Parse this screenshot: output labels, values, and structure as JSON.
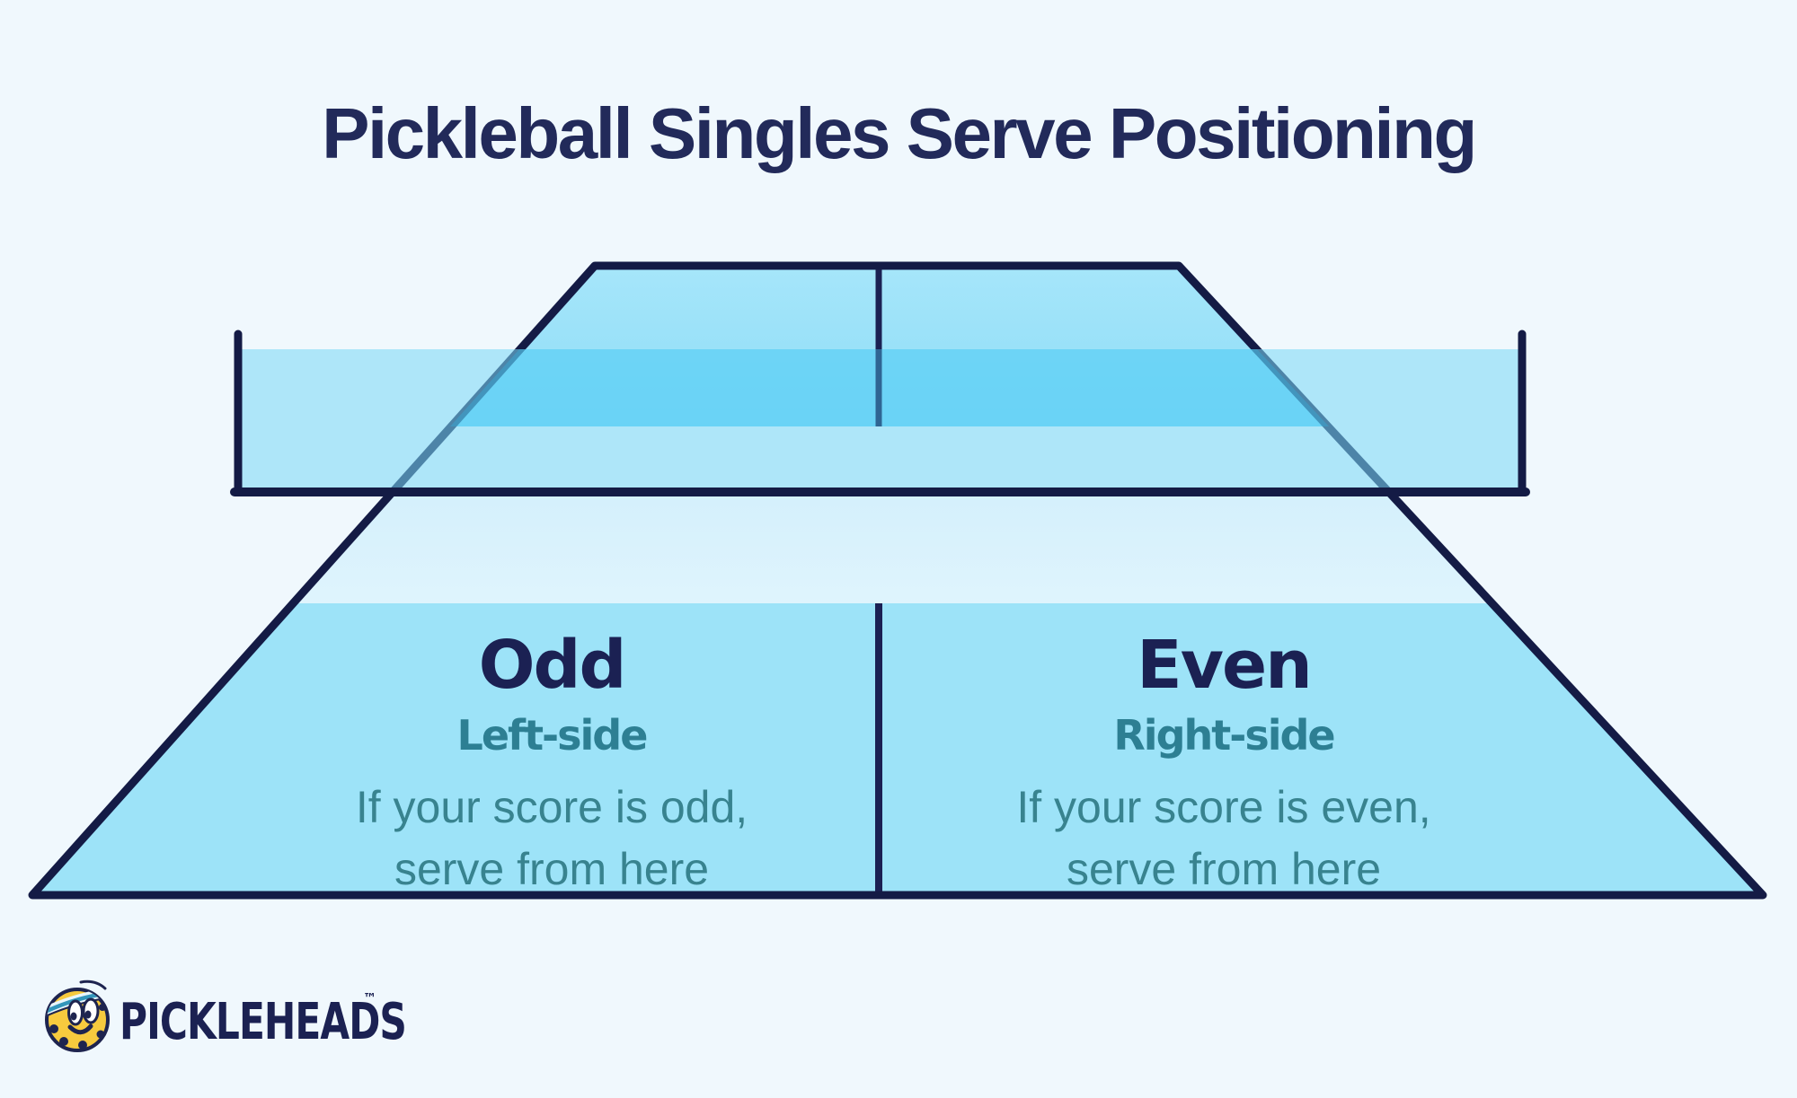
{
  "title": "Pickleball Singles Serve Positioning",
  "diagram": {
    "left_service_box": {
      "heading": "Odd",
      "side": "Left-side",
      "desc_line1": "If your score is odd,",
      "desc_line2": "serve from here"
    },
    "right_service_box": {
      "heading": "Even",
      "side": "Right-side",
      "desc_line1": "If your score is even,",
      "desc_line2": "serve from here"
    }
  },
  "branding": {
    "wordmark": "PICKLEHEADS",
    "trademark": "™"
  },
  "colors": {
    "background": "#f0f8fd",
    "navy_text": "#1b2153",
    "navy_lines": "#141b45",
    "teal_heading": "#2d7f93",
    "teal_body": "#38838f",
    "far_court_blue": "#8edcf7",
    "net_overlap_blue": "#6fd4f7",
    "net_band_blue": "#ace4f8",
    "kitchen_pale_blue": "#d9f2fc",
    "service_area_blue": "#9de3f8",
    "ball_yellow": "#f7ca3e",
    "headband_teal": "#3396bb"
  }
}
